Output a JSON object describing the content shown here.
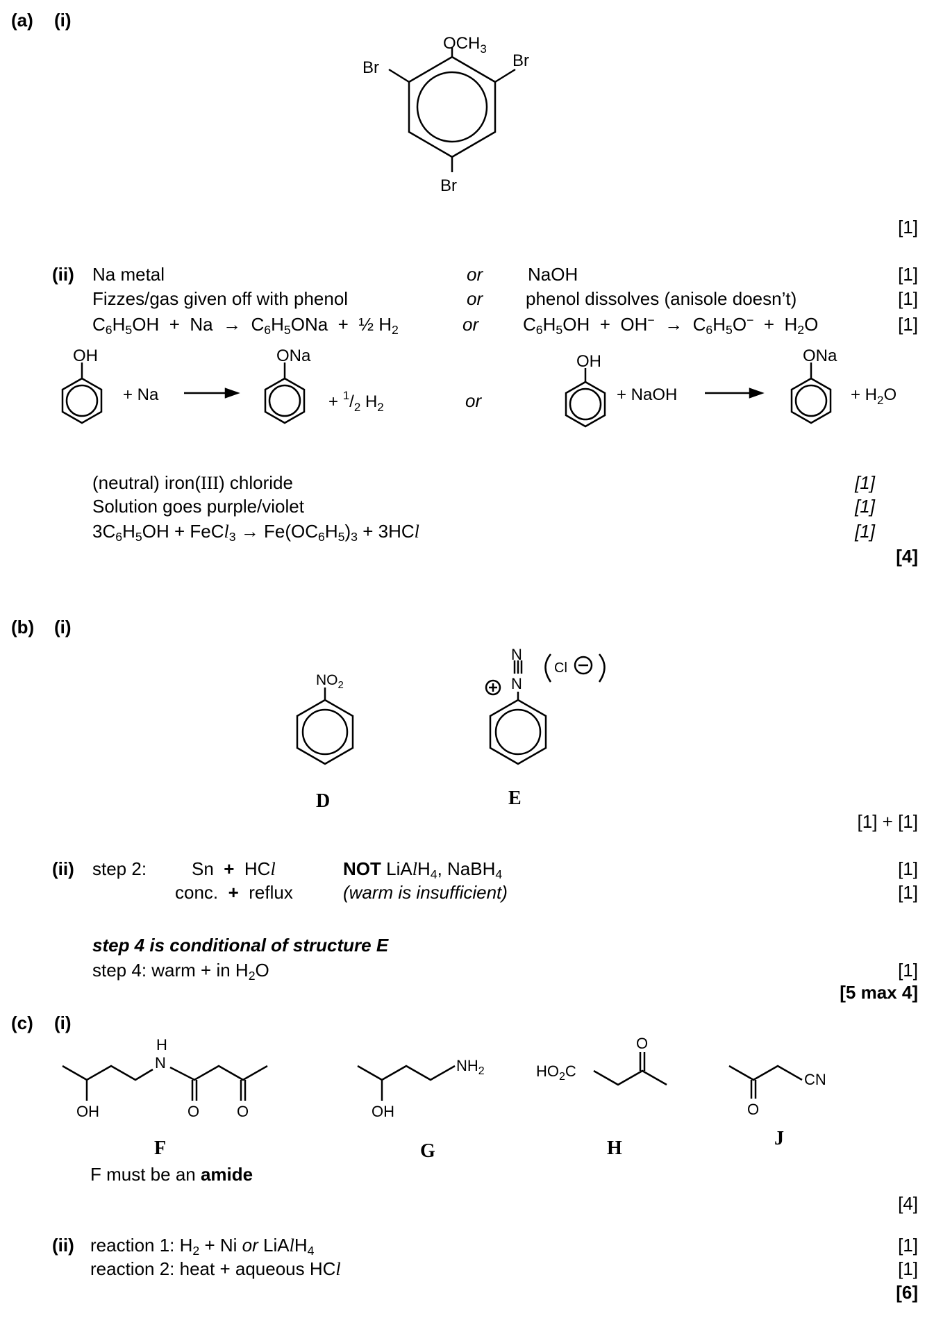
{
  "a": {
    "label": "(a)",
    "i_label": "(i)",
    "i_mark": "[1]",
    "i_struct": {
      "sub_top": "OCH",
      "sub_top_n": "3",
      "br": "Br"
    },
    "ii_label": "(ii)",
    "rows": [
      {
        "left": "Na metal",
        "or": "or",
        "right": "NaOH",
        "mark": "[1]"
      },
      {
        "left": "Fizzes/gas given off with phenol",
        "or": "or",
        "right": "phenol dissolves (anisole doesn’t)",
        "mark": "[1]"
      },
      {
        "mark": "[1]"
      }
    ],
    "eq_left": {
      "c6": "C",
      "c6n": "6",
      "h5": "H",
      "h5n": "5",
      "oh": "OH",
      "plus": "+",
      "na": "Na",
      "arrow": "→",
      "prod_c": "C",
      "prod_h": "H",
      "prod_tail": "ONa",
      "plus2": "+",
      "half": "½ H",
      "half_n": "2",
      "or": "or"
    },
    "eq_right": {
      "c": "C",
      "h": "H",
      "oh": "OH",
      "plus": "+",
      "ohm": "OH",
      "ohm_sup": "−",
      "arrow": "→",
      "prod_o": "O",
      "prod_sup": "−",
      "plus2": "+",
      "h2o": "H",
      "h2o_n": "2",
      "h2o_o": "O"
    },
    "scheme": {
      "oh": "OH",
      "ona": "ONa",
      "plus_na": "+ Na",
      "plus_half": "+ ",
      "half_sup": "1",
      "half_rest": "/",
      "half_sub": "2",
      "half_h": " H",
      "or": "or",
      "plus_naoh": "+ NaOH",
      "plus_h2o": "+ H",
      "h2o_tail": "O"
    },
    "fecl": [
      {
        "pre": "(neutral) iron(",
        "roman": "III",
        "post": ") chloride",
        "mark": "[1]"
      },
      {
        "text": "Solution goes purple/violet",
        "mark": "[1]"
      },
      {
        "mark": "[1]"
      }
    ],
    "fecl_eq": {
      "a": "3C",
      "b": "H",
      "c": "OH + FeC",
      "d": "→ Fe(OC",
      "e": "H",
      "f": ")",
      "g": " + 3HC",
      "l": "l",
      "n6": "6",
      "n5": "5",
      "n3": "3"
    },
    "total": "[4]"
  },
  "b": {
    "label": "(b)",
    "i_label": "(i)",
    "d_sub": "NO",
    "d_sub_n": "2",
    "e_n": "N",
    "e_cl": "Cl",
    "cap_d": "D",
    "cap_e": "E",
    "i_mark": "[1]  +  [1]",
    "ii_label": "(ii)",
    "step2": "step 2:",
    "sn": "Sn",
    "plus": "+",
    "hcl": "HC",
    "l": "l",
    "not": "NOT",
    "not_rest": " LiA",
    "not_h": "H",
    "not_n": "4",
    "nabh": ", NaBH",
    "conc": "conc.",
    "reflux": "reflux",
    "warm_note": "(warm is insufficient)",
    "mark1": "[1]",
    "mark2": "[1]",
    "cond": "step 4 is conditional of structure E",
    "step4": "step 4:  warm  +  in H",
    "step4_n": "2",
    "step4_o": "O",
    "mark3": "[1]",
    "total": "[5 max 4]"
  },
  "c": {
    "label": "(c)",
    "i_label": "(i)",
    "f_struct": {
      "h": "H",
      "n": "N",
      "oh": "OH",
      "o1": "O",
      "o2": "O"
    },
    "g_struct": {
      "nh": "NH",
      "nh_n": "2",
      "oh": "OH"
    },
    "h_struct": {
      "ho": "HO",
      "ho_n": "2",
      "ho_c": "C",
      "o": "O"
    },
    "j_struct": {
      "o": "O",
      "cn": "CN"
    },
    "caps": [
      "F",
      "G",
      "H",
      "J"
    ],
    "amide_pre": "F must be an ",
    "amide_b": "amide",
    "i_mark": "[4]",
    "ii_label": "(ii)",
    "r1_pre": "reaction 1:  H",
    "r1_n": "2",
    "r1_mid": " + Ni ",
    "r1_or": "or",
    "r1_post": " LiA",
    "r1_h": "H",
    "r1_n4": "4",
    "r2": "reaction 2:  heat + aqueous HC",
    "r2_l": "l",
    "mark1": "[1]",
    "mark2": "[1]",
    "total": "[6]"
  }
}
